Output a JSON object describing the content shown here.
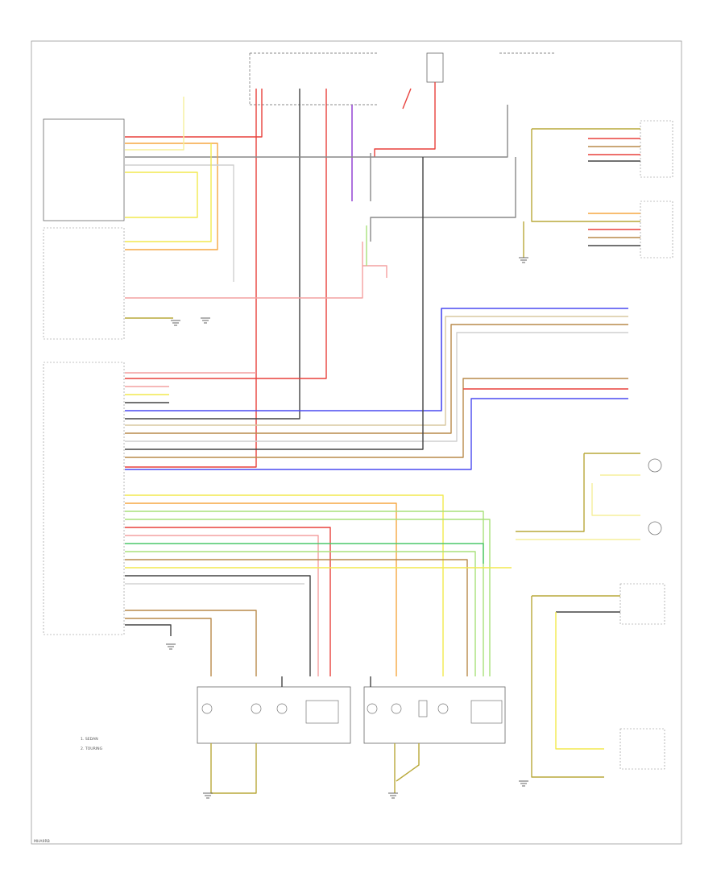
{
  "diagram": {
    "footer_code": "MHA9RB",
    "legend": [
      "1. SEDAN",
      "2. TOURING"
    ],
    "colors": {
      "red": "#e8413c",
      "pink": "#f4a0a0",
      "yellow": "#f2e94e",
      "lightyellow": "#f5ef9c",
      "orange": "#f5a742",
      "green": "#4cc76a",
      "lightgreen": "#a8e07a",
      "blue": "#4a4af0",
      "purple": "#9a4fd6",
      "brown": "#b98a4a",
      "tan": "#d8c8a0",
      "gray": "#888888",
      "darkgray": "#444444",
      "black": "#333333",
      "white": "#cfcfcf",
      "olive": "#b9a93a"
    }
  }
}
